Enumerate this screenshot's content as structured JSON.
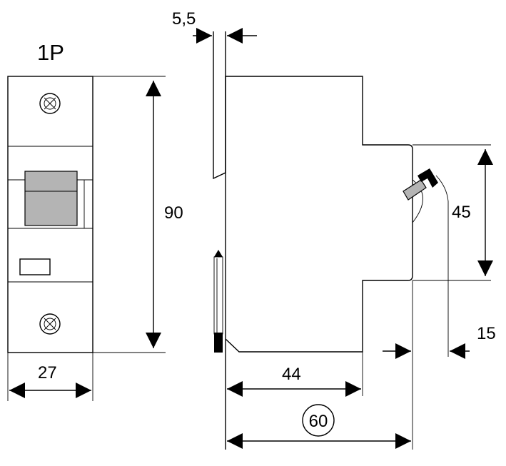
{
  "labels": {
    "pole_count": "1P",
    "height": "90",
    "width": "27",
    "rail_offset": "5,5",
    "profile_height": "45",
    "toggle_offset": "15",
    "front_depth": "44",
    "total_depth": "60"
  },
  "colors": {
    "line": "#000000",
    "toggle_fill": "#b4b4b4",
    "background": "#ffffff"
  }
}
